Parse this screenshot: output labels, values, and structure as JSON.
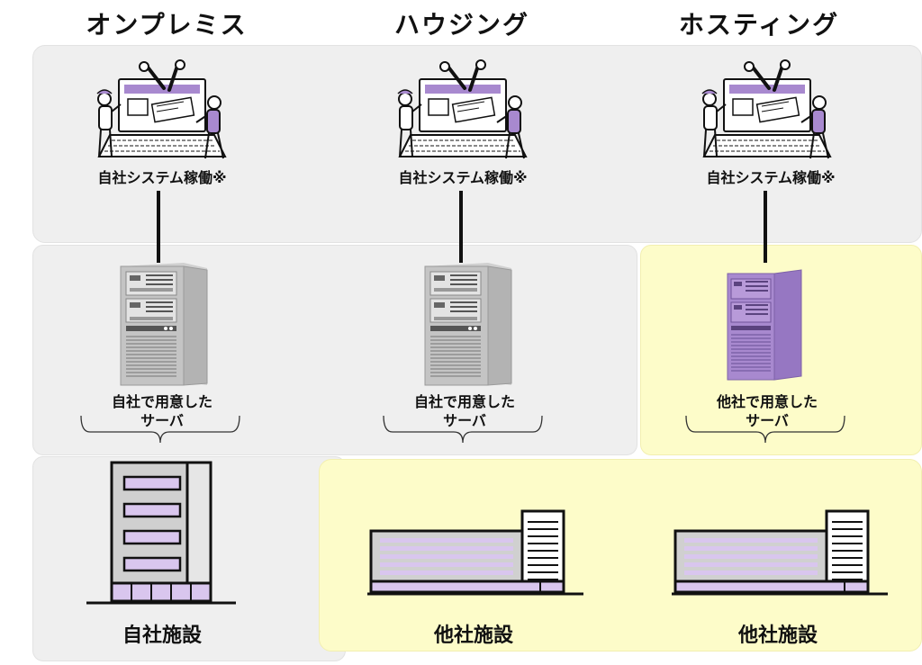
{
  "columns": [
    {
      "title": "オンプレミス",
      "system_label": "自社システム稼働※",
      "server_label_line1": "自社で用意した",
      "server_label_line2": "サーバ",
      "server_icon": "gray-server-icon"
    },
    {
      "title": "ハウジング",
      "system_label": "自社システム稼働※",
      "server_label_line1": "自社で用意した",
      "server_label_line2": "サーバ",
      "server_icon": "gray-server-icon"
    },
    {
      "title": "ホスティング",
      "system_label": "自社システム稼働※",
      "server_label_line1": "他社で用意した",
      "server_label_line2": "サーバ",
      "server_icon": "purple-server-icon"
    }
  ],
  "facilities": {
    "own": "自社施設",
    "other": "他社施設"
  },
  "colors": {
    "panel_gray": "#efefef",
    "panel_yellow": "#fdfcc9",
    "accent_purple": "#a889cf",
    "light_purple": "#d9c6ee",
    "server_gray": "#c9c9c9"
  }
}
